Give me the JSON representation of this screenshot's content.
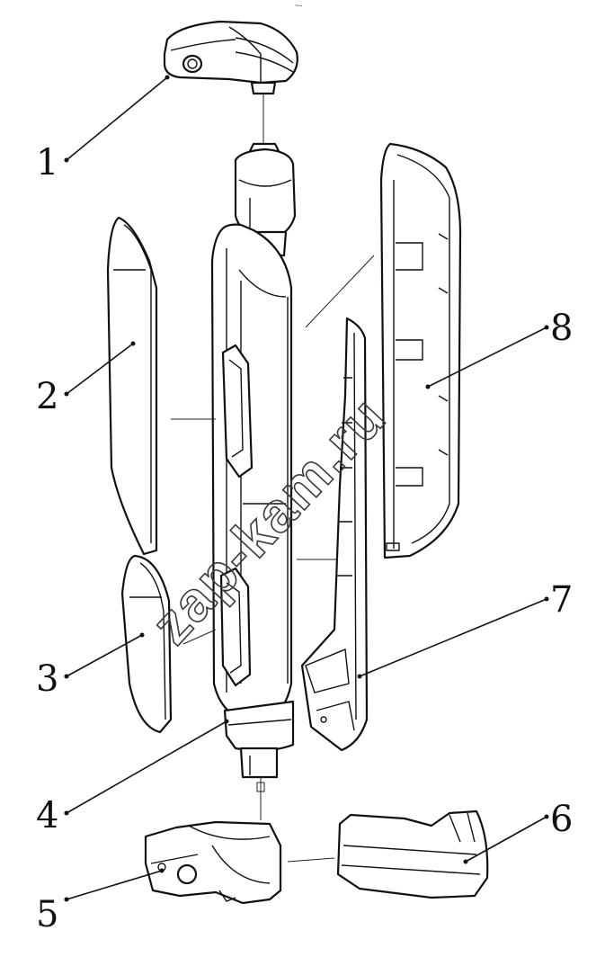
{
  "diagram": {
    "top_mark": "~-",
    "watermark": "zap-kam.ru",
    "part_labels": [
      "1",
      "2",
      "3",
      "4",
      "5",
      "6",
      "7",
      "8"
    ]
  }
}
